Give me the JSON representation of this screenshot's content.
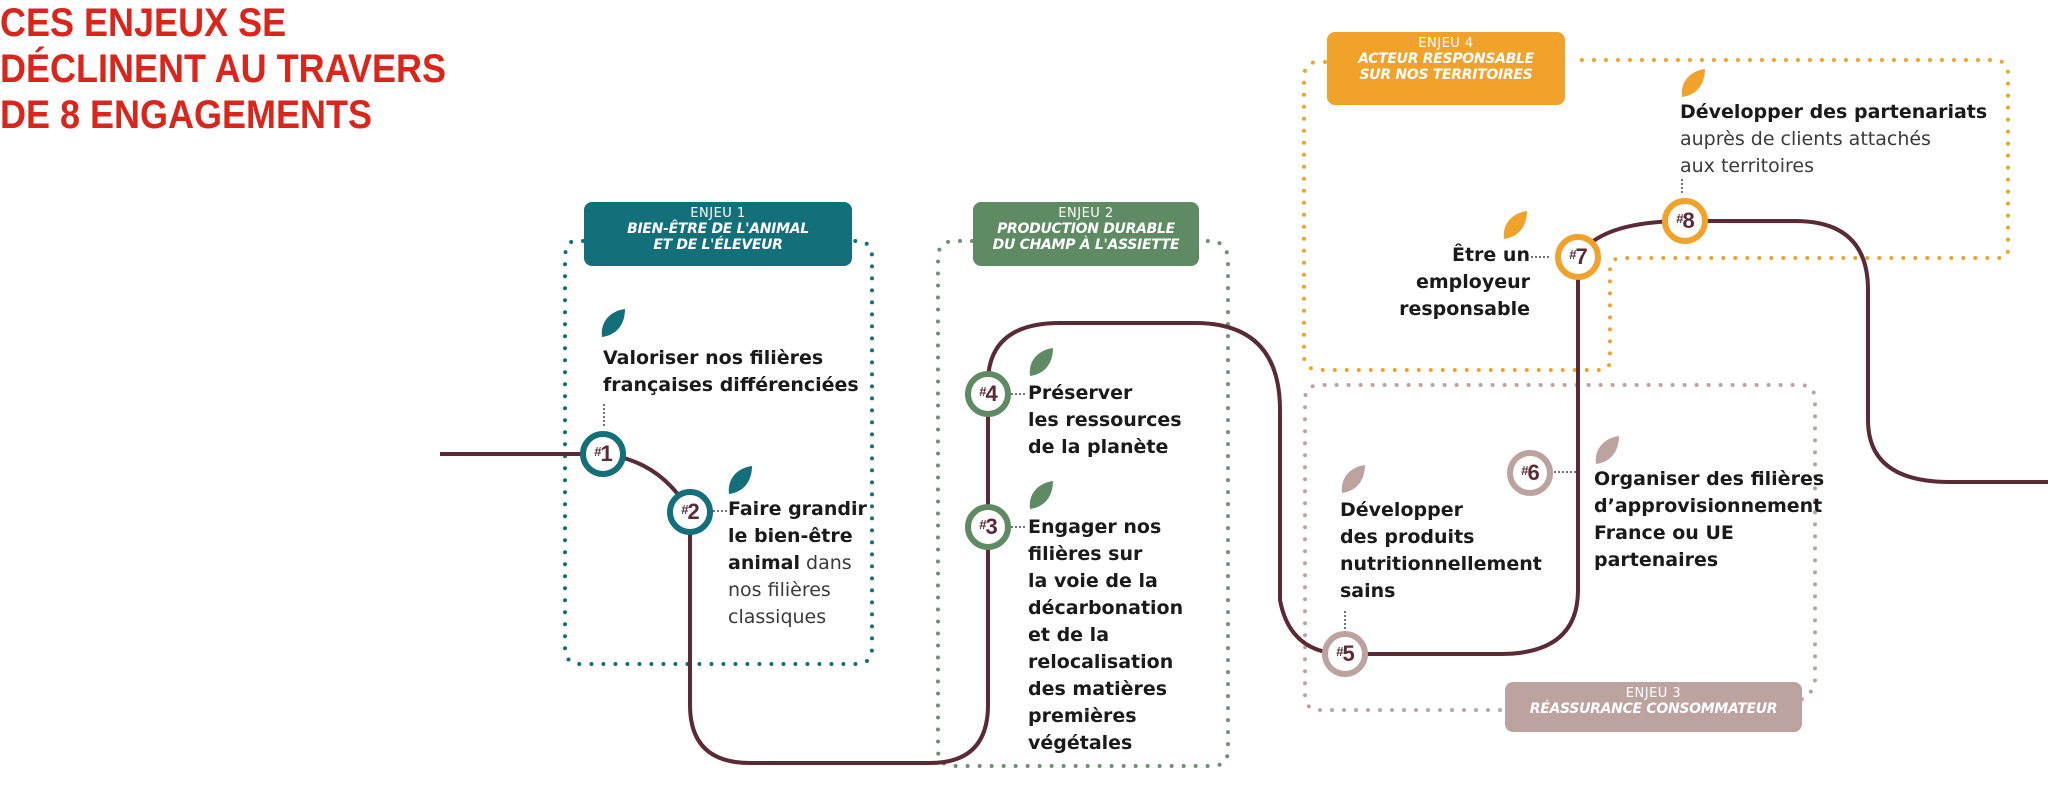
{
  "title": {
    "lines": [
      "CES ENJEUX SE",
      "DÉCLINENT AU TRAVERS",
      "DE 8 ENGAGEMENTS"
    ]
  },
  "colors": {
    "title": "#d9261c",
    "path": "#5a2a35",
    "enjeu1": "#136f79",
    "enjeu2": "#5e8a64",
    "enjeu3": "#bca3a0",
    "enjeu4": "#f0a22a"
  },
  "enjeux": [
    {
      "num": "ENJEU 1",
      "name_l1": "BIEN-ÊTRE DE L'ANIMAL",
      "name_l2": "ET DE L'ÉLEVEUR"
    },
    {
      "num": "ENJEU 2",
      "name_l1": "PRODUCTION DURABLE",
      "name_l2": "DU CHAMP À L'ASSIETTE"
    },
    {
      "num": "ENJEU 3",
      "name_l1": "RÉASSURANCE CONSOMMATEUR",
      "name_l2": ""
    },
    {
      "num": "ENJEU 4",
      "name_l1": "ACTEUR RESPONSABLE",
      "name_l2": "SUR NOS TERRITOIRES"
    }
  ],
  "engagements": [
    {
      "id": "#1",
      "hash": "#",
      "n": "1",
      "icon": "leaf-icon",
      "bold": [
        "Valoriser nos filières",
        "françaises différenciées"
      ],
      "light": []
    },
    {
      "id": "#2",
      "hash": "#",
      "n": "2",
      "icon": "leaf-icon",
      "bold": [
        "Faire grandir",
        "le bien-être",
        "animal"
      ],
      "light_inline": "dans",
      "light": [
        "nos filières",
        "classiques"
      ]
    },
    {
      "id": "#3",
      "hash": "#",
      "n": "3",
      "icon": "leaf-icon",
      "bold": [
        "Engager nos",
        "filières sur",
        "la voie de la",
        "décarbonation",
        "et de la",
        "relocalisation",
        "des matières",
        "premières",
        "végétales"
      ],
      "light": []
    },
    {
      "id": "#4",
      "hash": "#",
      "n": "4",
      "icon": "leaf-icon",
      "bold": [
        "Préserver",
        "les ressources",
        "de la planète"
      ],
      "light": []
    },
    {
      "id": "#5",
      "hash": "#",
      "n": "5",
      "icon": "leaf-icon",
      "bold": [
        "Développer",
        "des produits",
        "nutritionnellement",
        "sains"
      ],
      "light": []
    },
    {
      "id": "#6",
      "hash": "#",
      "n": "6",
      "icon": "leaf-icon",
      "bold": [
        "Organiser des filières",
        "d’approvisionnement",
        "France ou UE",
        "partenaires"
      ],
      "light": []
    },
    {
      "id": "#7",
      "hash": "#",
      "n": "7",
      "icon": "leaf-icon",
      "bold": [
        "Être un",
        "employeur",
        "responsable"
      ],
      "light": []
    },
    {
      "id": "#8",
      "hash": "#",
      "n": "8",
      "icon": "leaf-icon",
      "bold": [
        "Développer des partenariats"
      ],
      "light": [
        "auprès de clients attachés",
        "aux territoires"
      ]
    }
  ]
}
